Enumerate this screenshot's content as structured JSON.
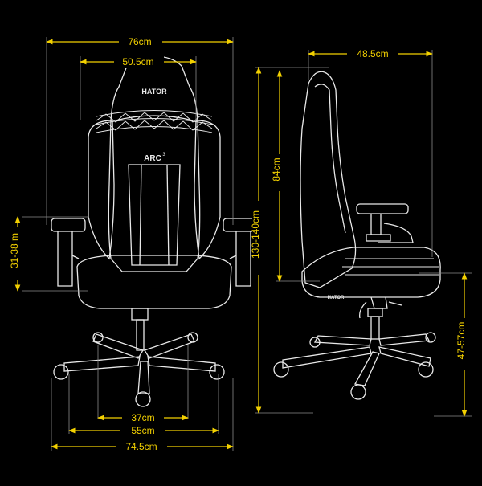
{
  "brand": {
    "logo_text": "HATOR",
    "model": "ARC",
    "model_superscript": "3",
    "base_label": "HATOR"
  },
  "colors": {
    "background": "#000000",
    "dimension": "#f2d000",
    "outline": "#e9e9e9",
    "witness": "#8a8a8a"
  },
  "dimensions": {
    "total_width": "76cm",
    "backrest_width": "50.5cm",
    "armrest_height": "31-38 m",
    "seat_depth_span": "37cm",
    "seat_width": "55cm",
    "base_width": "74.5cm",
    "depth": "48.5cm",
    "total_height": "130-140cm",
    "backrest_height": "84cm",
    "seat_height": "47-57cm"
  }
}
